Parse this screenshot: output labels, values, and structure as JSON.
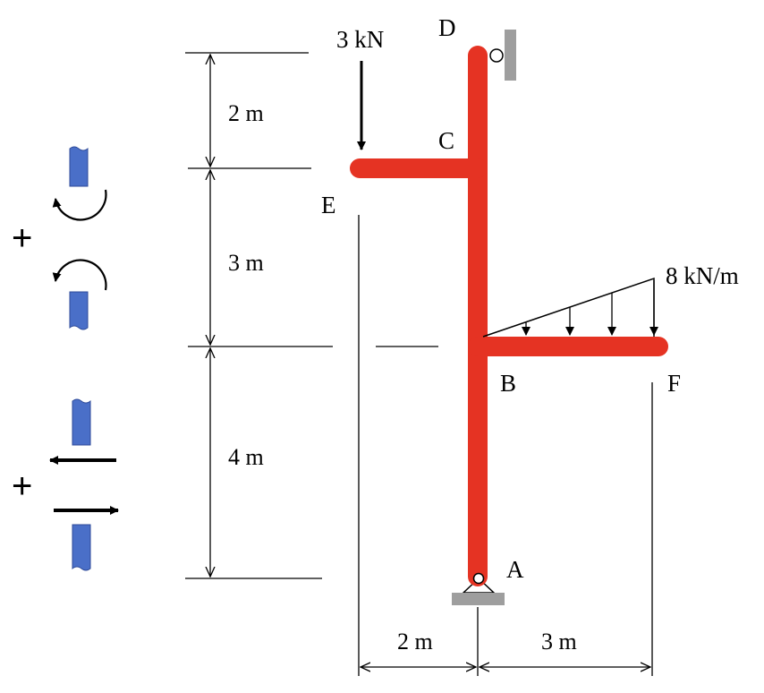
{
  "labels": {
    "point_a": "A",
    "point_b": "B",
    "point_c": "C",
    "point_d": "D",
    "point_e": "E",
    "point_f": "F"
  },
  "loads": {
    "point_load": "3 kN",
    "distributed_load": "8 kN/m"
  },
  "dimensions": {
    "dc": "2 m",
    "cb": "3 m",
    "ba": "4 m",
    "ea": "2 m",
    "af": "3 m"
  },
  "sign_convention": {
    "moment_sign": "+",
    "shear_sign": "+"
  },
  "colors": {
    "member": "#e53323",
    "support": "#9e9e9e",
    "section": "#4a6fc8"
  }
}
